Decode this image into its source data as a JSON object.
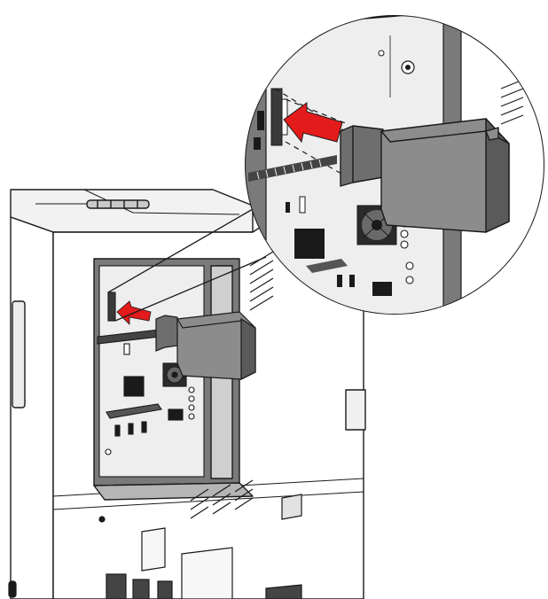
{
  "figure": {
    "subject": "printer-hard-disk-installation",
    "icons": [
      "printer-body",
      "system-board",
      "hard-disk",
      "ribbon-cable",
      "insert-arrow",
      "magnifier-callout"
    ]
  },
  "colors": {
    "ink": "#1a1a1a",
    "panel": "#f2f2f2",
    "cabinet": "#d8d8d8",
    "cavity": "#7a7a7a",
    "board": "#eeeeee",
    "disk": "#8c8c8c",
    "disk_edge": "#5a5a5a",
    "arrow": "#e41b1b"
  }
}
